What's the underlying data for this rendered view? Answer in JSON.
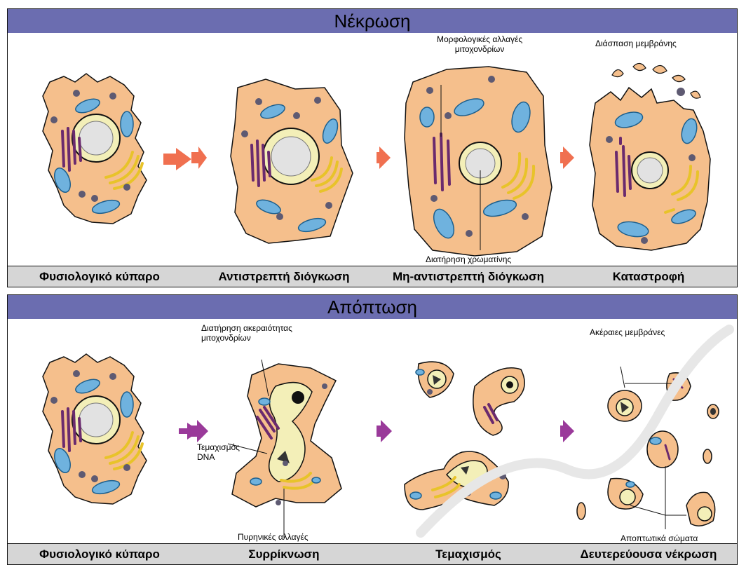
{
  "necrosis": {
    "title": "Νέκρωση",
    "captions": [
      "Φυσιολογικό κύπαρο",
      "Αντιστρεπτή διόγκωση",
      "Μη-αντιστρεπτή διόγκωση",
      "Καταστροφή"
    ],
    "labels": {
      "mito_changes": [
        "Μορφολογικές αλλαγές",
        "μιτοχονδρίων"
      ],
      "chromatin": "Διατήρηση χρωματίνης",
      "membrane_break": "Διάσπαση μεμβράνης"
    }
  },
  "apoptosis": {
    "title": "Απόπτωση",
    "captions": [
      "Φυσιολογικό κύπαρο",
      "Συρρίκνωση",
      "Τεμαχισμός",
      "Δευτερεύουσα νέκρωση"
    ],
    "labels": {
      "mito_integrity": [
        "Διατήρηση ακεραιότητας",
        "μιτοχονδρίων"
      ],
      "dna_frag": [
        "Τεμαχισμός",
        "DNA"
      ],
      "nuclear_changes": "Πυρηνικές αλλαγές",
      "intact_membranes": "Ακέραιες μεμβράνες",
      "apoptotic_bodies": "Αποπτωτικά σώματα"
    }
  },
  "colors": {
    "header": "#6b6db0",
    "caption_bg": "#d6d6d6",
    "cytoplasm": "#f5bf8c",
    "nucleus": "#f3efb8",
    "mito": "#6fb2de",
    "golgi": "#e8c32a",
    "er": "#6a2a6e",
    "arrow_necrosis": "#f07050",
    "arrow_apoptosis": "#9a3a9a"
  }
}
